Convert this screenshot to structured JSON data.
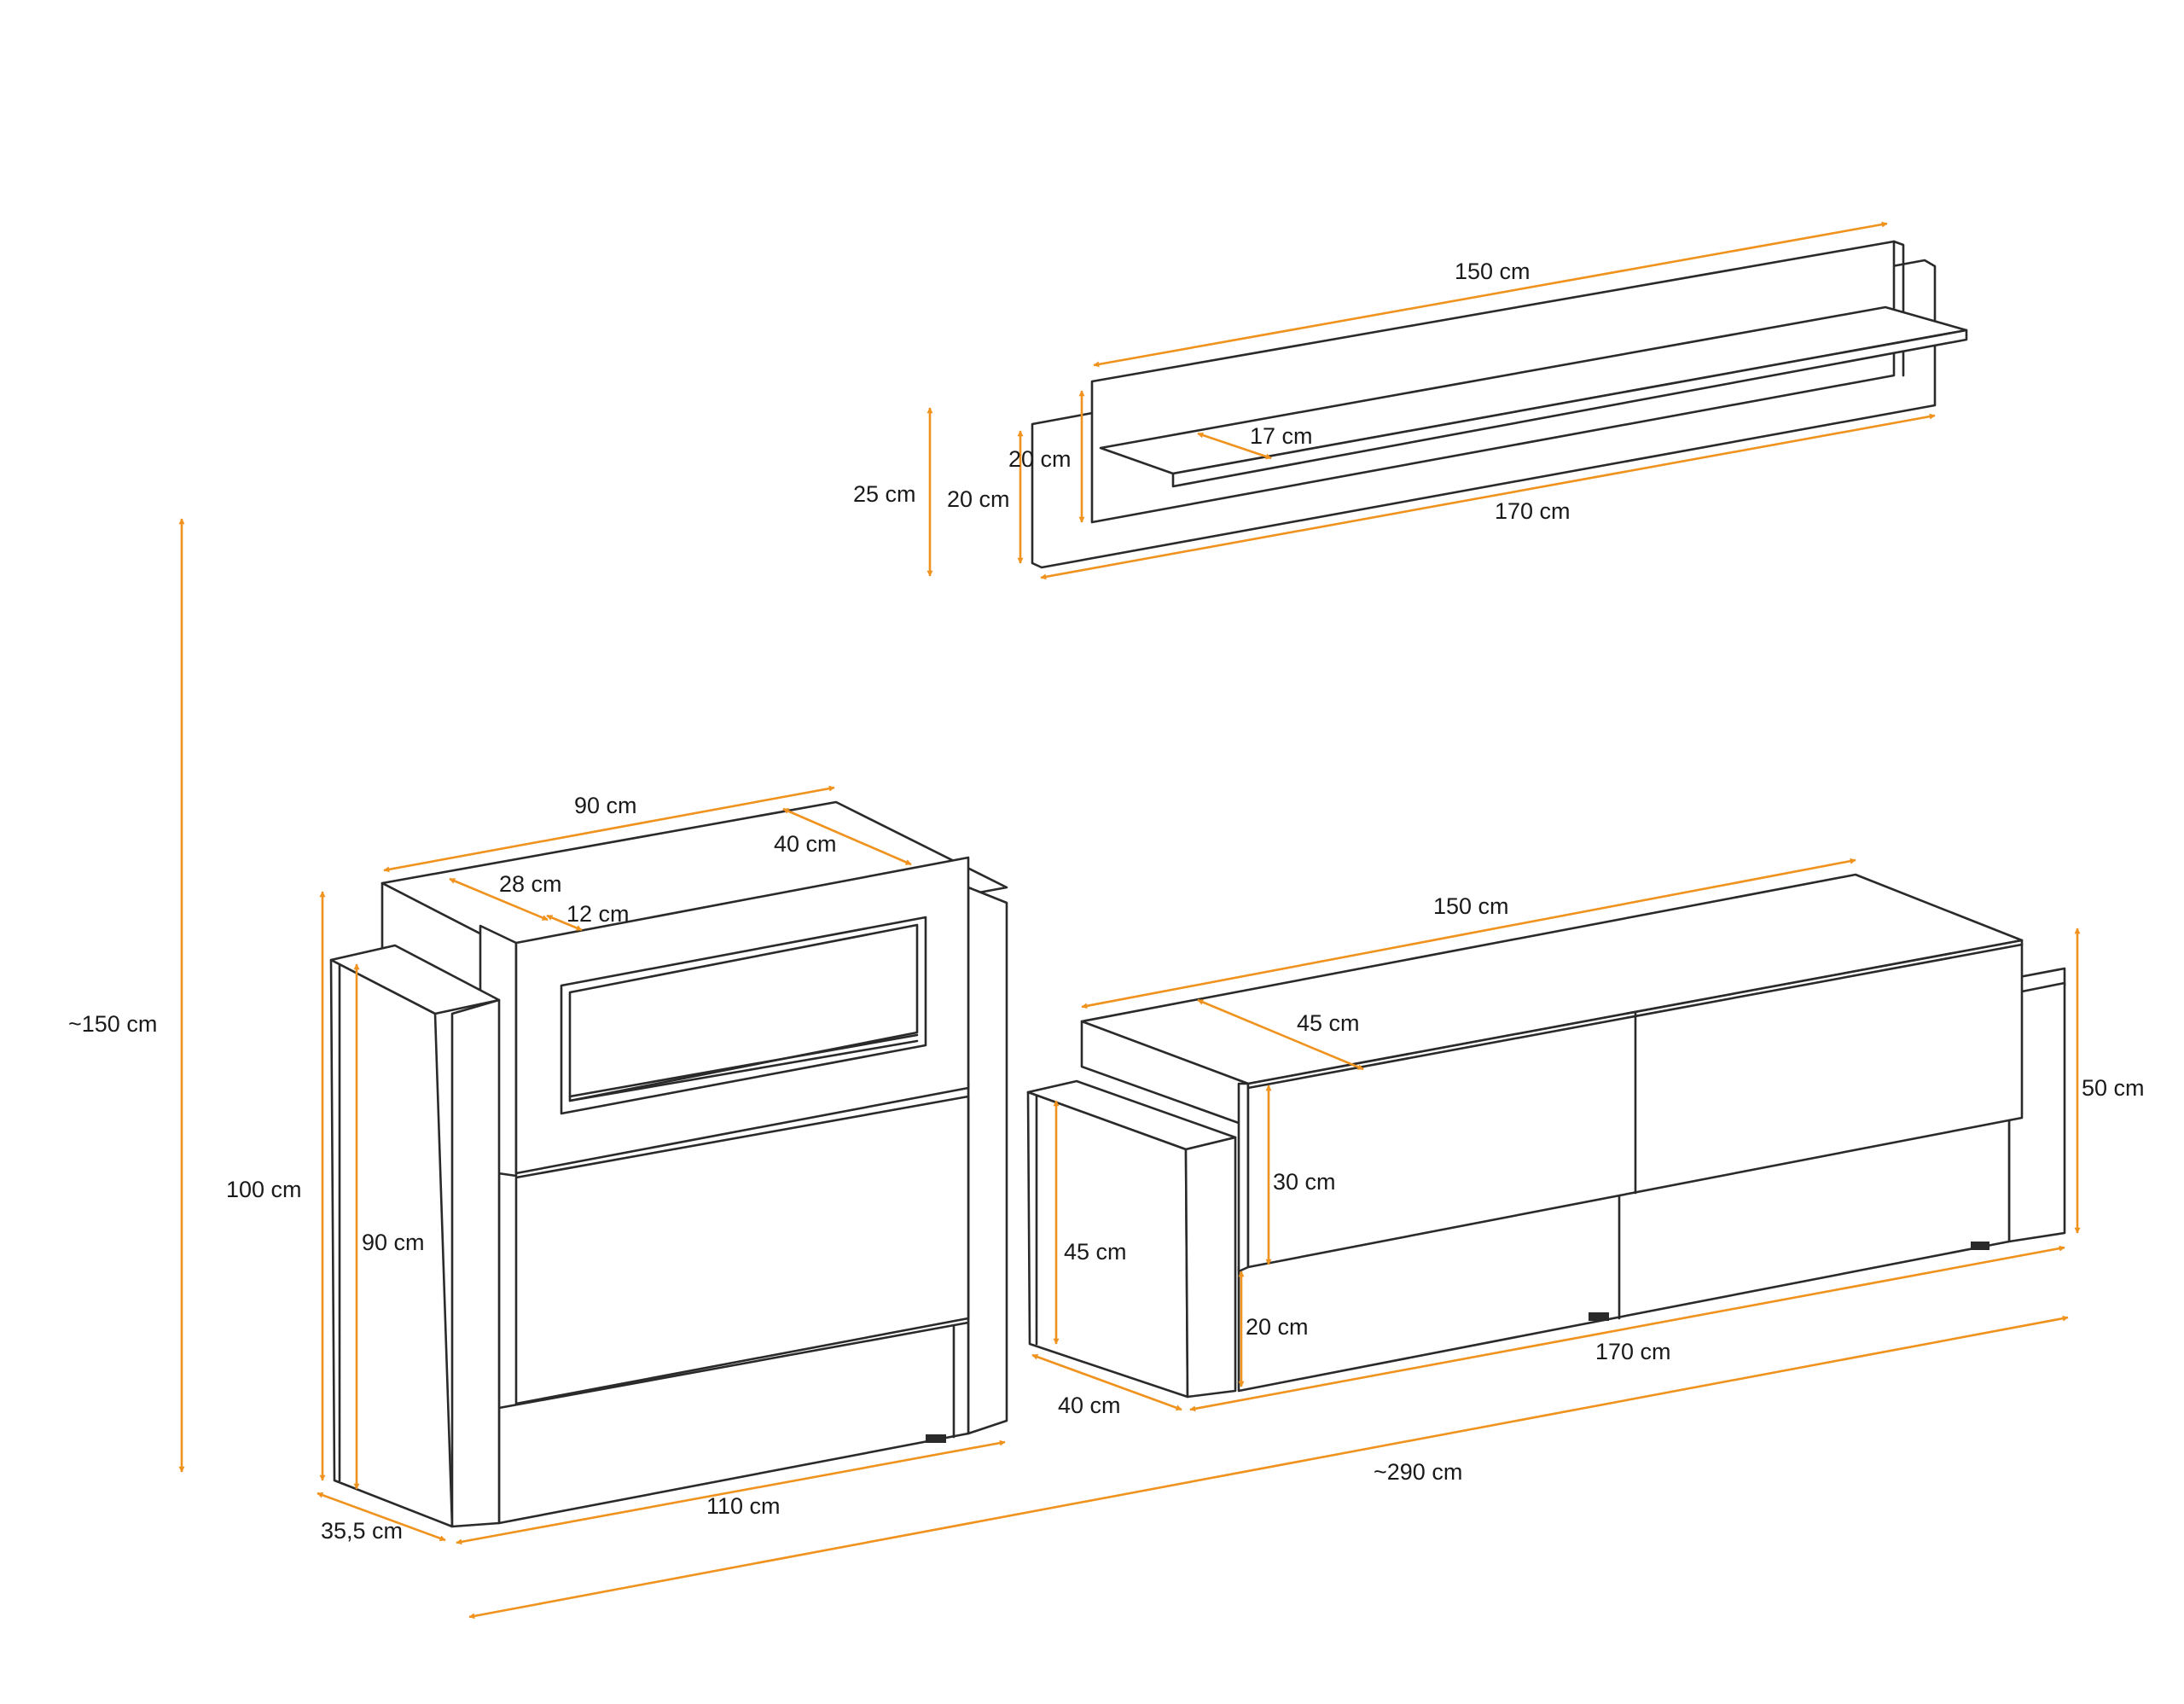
{
  "colors": {
    "dimension": "#f0921e",
    "outline": "#2a2a2a",
    "background": "#ffffff"
  },
  "dimensions": {
    "total_height": "~150 cm",
    "total_width": "~290 cm",
    "shelf_top_width": "150 cm",
    "shelf_bottom_width": "170 cm",
    "shelf_depth": "17 cm",
    "shelf_front_height": "20 cm",
    "shelf_back_height": "20 cm",
    "shelf_total_height": "25 cm",
    "fire_top_width": "90 cm",
    "fire_depth": "40 cm",
    "fire_side_depth": "28 cm",
    "fire_frame_depth": "12 cm",
    "fire_total_height": "100 cm",
    "fire_side_height": "90 cm",
    "fire_base_width": "110 cm",
    "fire_side_width": "35,5 cm",
    "tv_top_width": "150 cm",
    "tv_depth": "45 cm",
    "tv_front_height": "30 cm",
    "tv_side_height": "45 cm",
    "tv_leg_height": "20 cm",
    "tv_total_height": "50 cm",
    "tv_side_depth": "40 cm",
    "tv_bottom_width": "170 cm"
  }
}
